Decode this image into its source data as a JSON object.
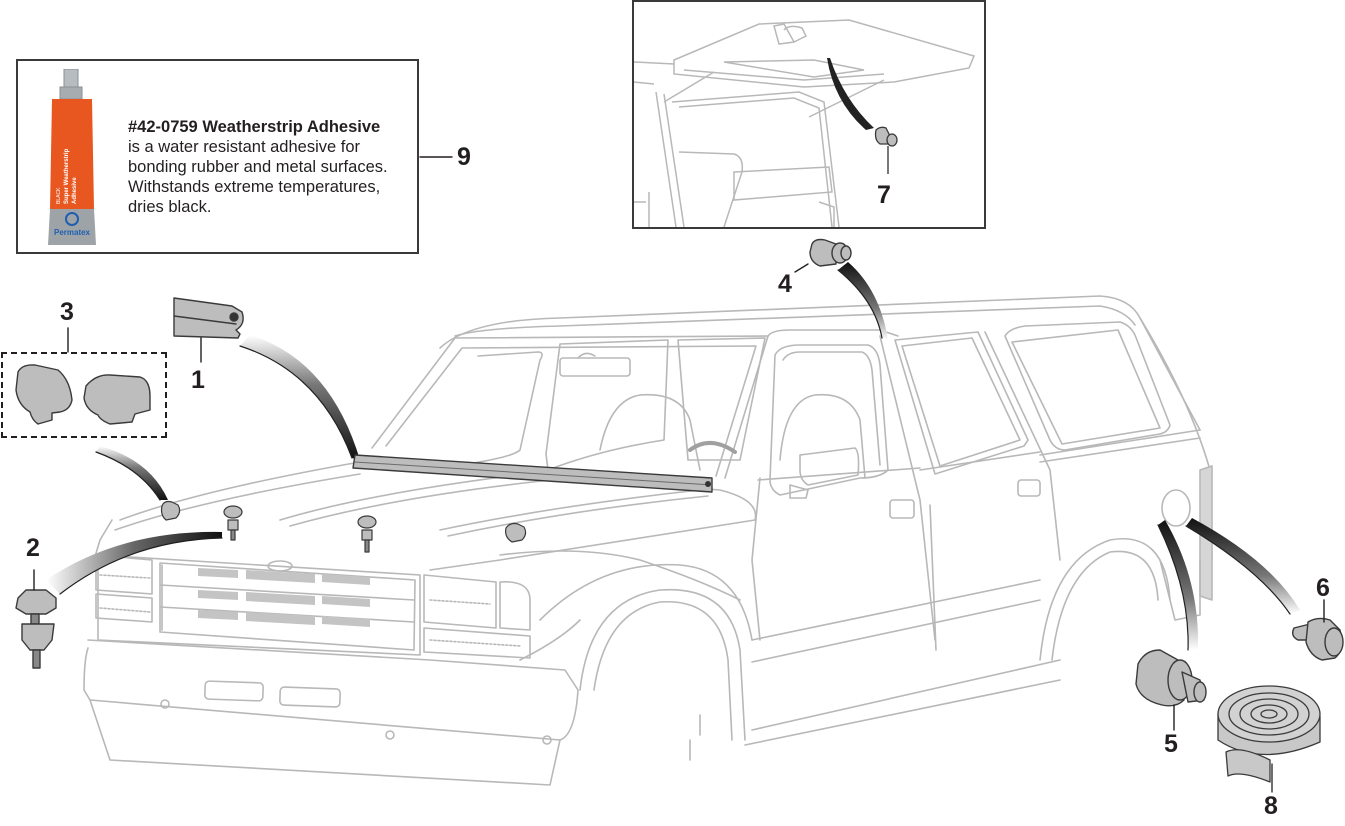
{
  "diagram": {
    "subject": "Ford Explorer weatherstrip and bumper parts exploded view",
    "colors": {
      "outline": "#b8b8b8",
      "part_fill": "#bdbdbd",
      "part_stroke": "#3a3a3a",
      "text": "#231f20",
      "tube_orange": "#e8571f",
      "tube_gray": "#9ea3a8",
      "brand_blue": "#1f5fb0"
    },
    "info_box": {
      "part_number_title": "#42-0759 Weatherstrip Adhesive",
      "description_lines": [
        "is a water resistant adhesive for",
        "bonding rubber and metal surfaces.",
        "Withstands extreme temperatures,",
        "dries black."
      ],
      "product": {
        "brand": "Permatex",
        "label_color": "BLACK",
        "label_line1": "Super Weatherstrip",
        "label_line2": "Adhesive"
      }
    },
    "callouts": [
      {
        "number": "1",
        "part": "cowl-weatherstrip"
      },
      {
        "number": "2",
        "part": "hood-adjuster-bumper"
      },
      {
        "number": "3",
        "part": "hood-bumper-pair"
      },
      {
        "number": "4",
        "part": "door-bumper"
      },
      {
        "number": "5",
        "part": "fuel-door-bumper"
      },
      {
        "number": "6",
        "part": "liftgate-bumper"
      },
      {
        "number": "7",
        "part": "liftgate-glass-bumper"
      },
      {
        "number": "8",
        "part": "weatherstrip-tape-roll"
      },
      {
        "number": "9",
        "part": "weatherstrip-adhesive"
      }
    ]
  }
}
